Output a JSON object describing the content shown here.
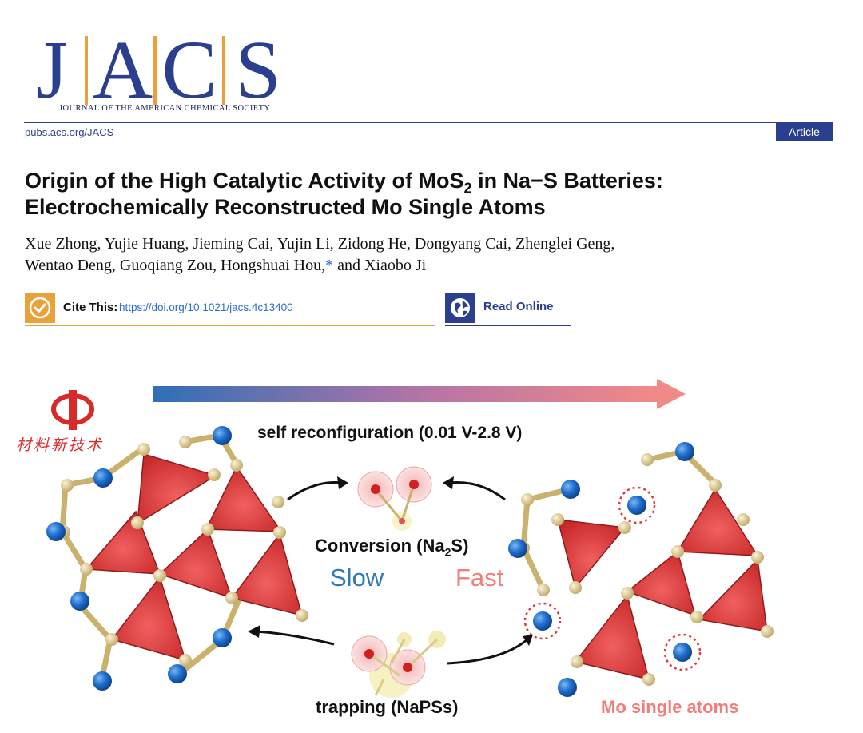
{
  "journal": {
    "letters": [
      "J",
      "A",
      "C",
      "S"
    ],
    "tagline": "JOURNAL OF THE AMERICAN CHEMICAL SOCIETY",
    "url": "pubs.acs.org/JACS",
    "article_type": "Article"
  },
  "article": {
    "title_part1": "Origin of the High Catalytic Activity of MoS",
    "title_sub": "2",
    "title_part2": " in Na−S Batteries:",
    "title_line2": "Electrochemically Reconstructed Mo Single Atoms",
    "authors_line1": "Xue Zhong, Yujie Huang, Jieming Cai, Yujin Li, Zidong He, Dongyang Cai, Zhenglei Geng,",
    "authors_line2_a": "Wentao Deng, Guoqiang Zou, Hongshuai Hou,",
    "authors_asterisk": "*",
    "authors_line2_b": " and Xiaobo Ji"
  },
  "cite": {
    "label": "Cite This:",
    "doi": "https://doi.org/10.1021/jacs.4c13400",
    "icon": "checkmark-icon"
  },
  "read_online": {
    "label": "Read Online",
    "icon": "globe-icon"
  },
  "graphic": {
    "process_label": "self reconfiguration (0.01 V-2.8 V)",
    "conversion_prefix": "Conversion (Na",
    "conversion_sub": "2",
    "conversion_suffix": "S)",
    "slow_label": "Slow",
    "fast_label": "Fast",
    "trapping_label": "trapping (NaPSs)",
    "single_atoms_label": "Mo single atoms",
    "watermark_text": "材料新技术",
    "colors": {
      "gradient_start": "#2f6fb6",
      "gradient_end": "#f08a86",
      "tetrahedron": "#dc3b3b",
      "sulfur": "#d9c78e",
      "mo_atom": "#1f6fcf",
      "brand": "#2b3f8f",
      "accent": "#e9a23b"
    }
  }
}
